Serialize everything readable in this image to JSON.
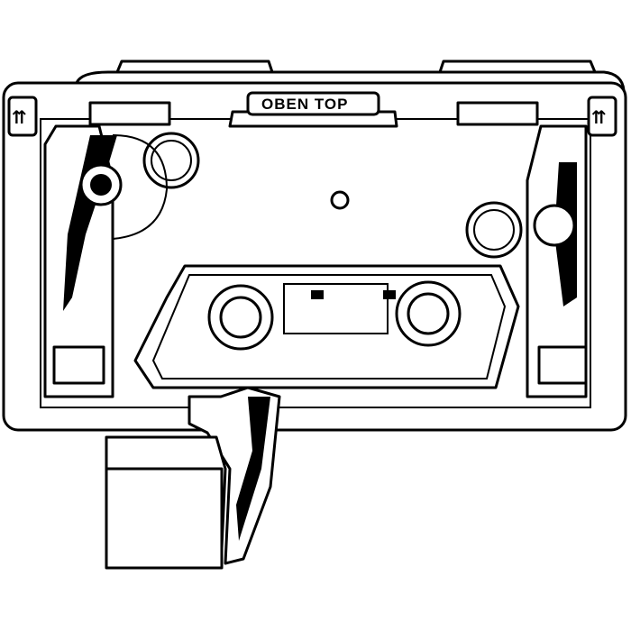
{
  "drawing": {
    "label": "OBEN TOP",
    "left_marker_icon": "this-way-up-arrows",
    "right_marker_icon": "this-way-up-arrows",
    "left_marker_glyph": "⇈",
    "right_marker_glyph": "⇈"
  }
}
